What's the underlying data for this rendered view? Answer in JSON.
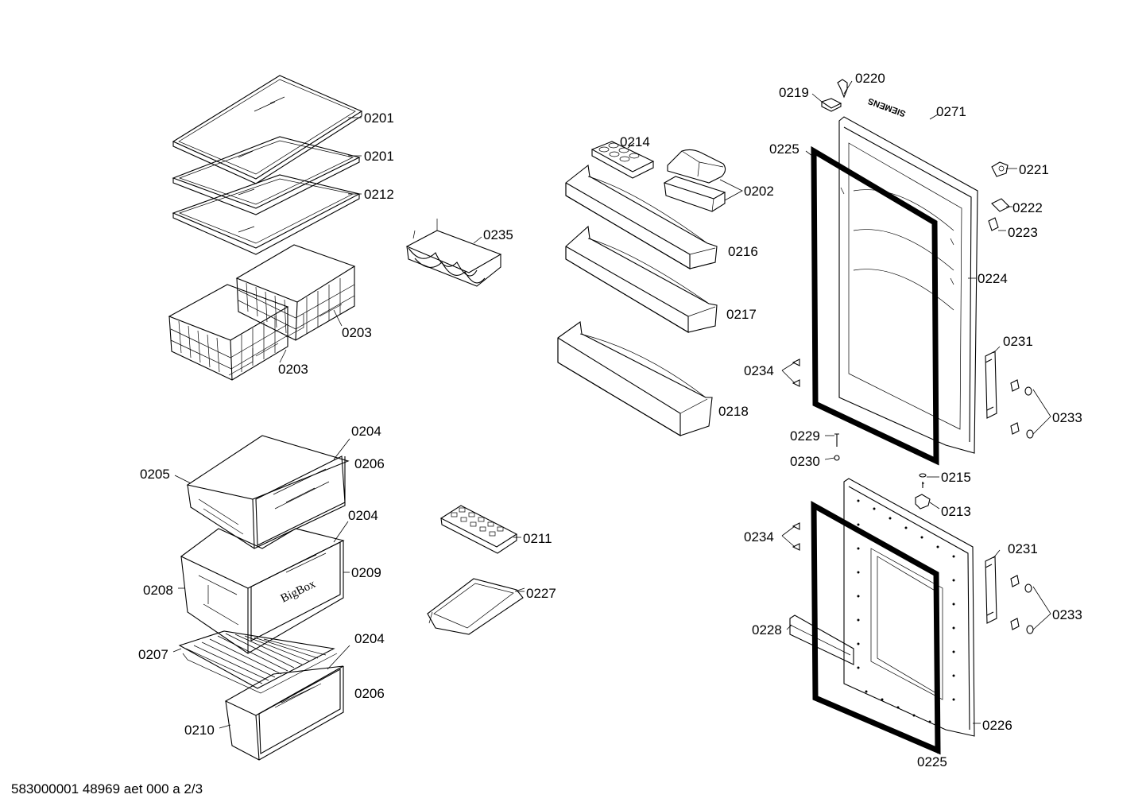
{
  "labels": {
    "p0201a": "0201",
    "p0201b": "0201",
    "p0212": "0212",
    "p0203a": "0203",
    "p0203b": "0203",
    "p0235": "0235",
    "p0214": "0214",
    "p0202": "0202",
    "p0216": "0216",
    "p0217": "0217",
    "p0218": "0218",
    "p0219": "0219",
    "p0220": "0220",
    "p0271": "0271",
    "p0225a": "0225",
    "p0221": "0221",
    "p0222": "0222",
    "p0223": "0223",
    "p0224": "0224",
    "p0231a": "0231",
    "p0234a": "0234",
    "p0233a": "0233",
    "p0229": "0229",
    "p0230": "0230",
    "p0215": "0215",
    "p0213": "0213",
    "p0234b": "0234",
    "p0231b": "0231",
    "p0233b": "0233",
    "p0228": "0228",
    "p0226": "0226",
    "p0225b": "0225",
    "p0204a": "0204",
    "p0206a": "0206",
    "p0205": "0205",
    "p0204b": "0204",
    "p0208": "0208",
    "p0209": "0209",
    "p0207": "0207",
    "p0204c": "0204",
    "p0206b": "0206",
    "p0210": "0210",
    "p0211": "0211",
    "p0227": "0227"
  },
  "brand_logo": "SIEMENS",
  "bigbox_logo": "BigBox",
  "footer": "583000001 48969 aet 000 a 2/3"
}
